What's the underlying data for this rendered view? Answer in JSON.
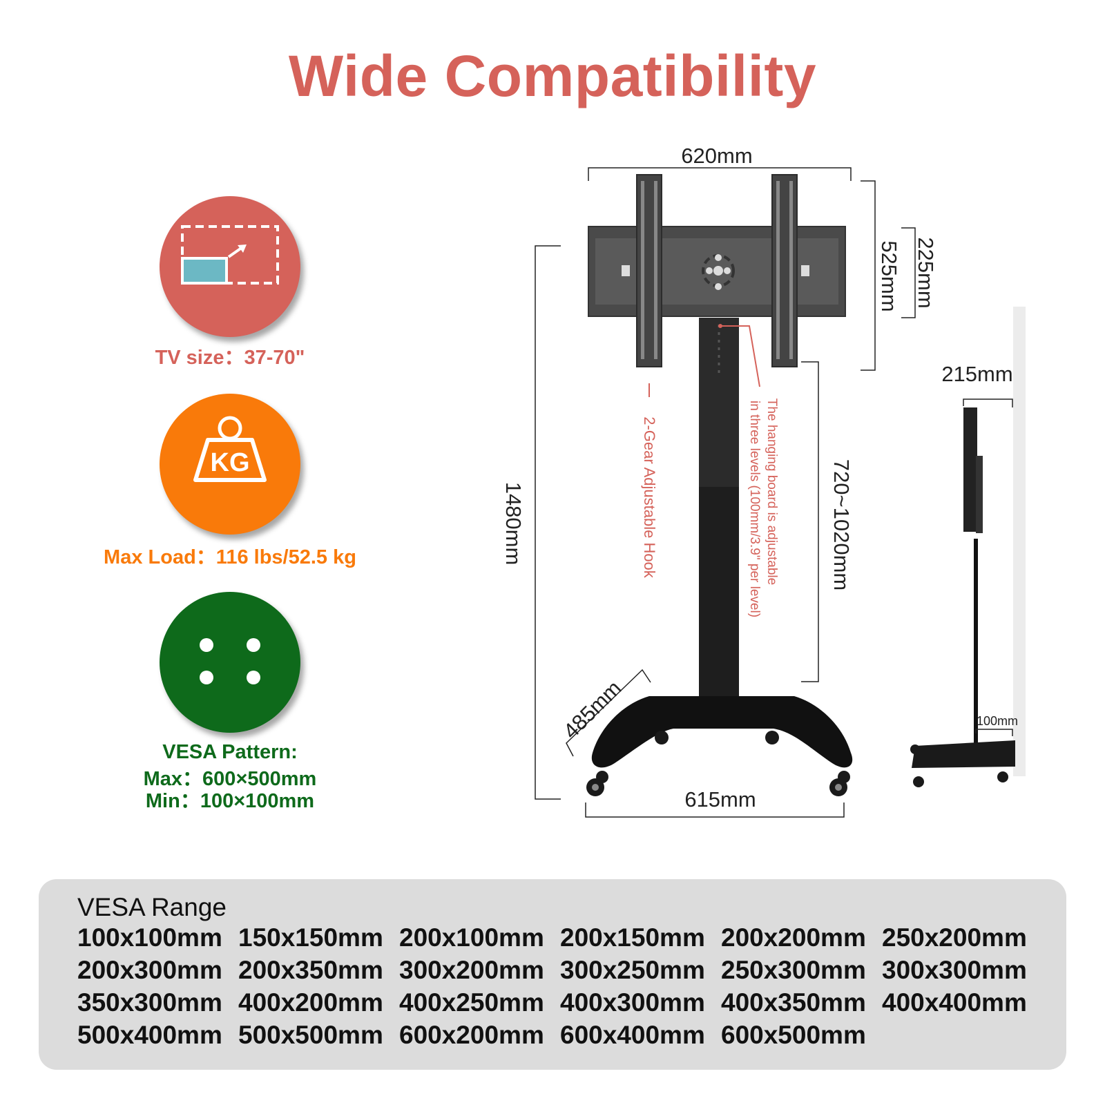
{
  "title": "Wide Compatibility",
  "features": {
    "tv_size": {
      "icon": "screen-resize-icon",
      "label": "TV size：37-70\"",
      "color": "#d5625a"
    },
    "max_load": {
      "icon": "kg-weight-icon",
      "icon_text": "KG",
      "label": "Max Load：116 lbs/52.5 kg",
      "color": "#f97a0a"
    },
    "vesa": {
      "icon": "vesa-holes-icon",
      "label_line1": "VESA Pattern:",
      "label_line2": "Max：600×500mm",
      "label_line3": "Min：100×100mm",
      "color": "#0e6a1b"
    }
  },
  "diagram": {
    "width_top": "620mm",
    "height_total": "1480mm",
    "height_adjust": "720~1020mm",
    "plate_height": "525mm",
    "plate_adjust": "225mm",
    "base_depth": "485mm",
    "base_width": "615mm",
    "side_depth": "215mm",
    "side_offset": "100mm",
    "note_hook": "2-Gear Adjustable Hook",
    "note_board_line1": "The hanging board is adjustable",
    "note_board_line2": "in three levels (100mm/3.9\" per level)",
    "note_color": "#d5625a"
  },
  "vesa_range": {
    "title": "VESA Range",
    "rows": [
      [
        "100x100mm",
        "150x150mm",
        "200x100mm",
        "200x150mm",
        "200x200mm",
        "250x200mm"
      ],
      [
        "200x300mm",
        "200x350mm",
        "300x200mm",
        "300x250mm",
        "250x300mm",
        "300x300mm"
      ],
      [
        "350x300mm",
        "400x200mm",
        "400x250mm",
        "400x300mm",
        "400x350mm",
        "400x400mm"
      ],
      [
        "500x400mm",
        "500x500mm",
        "600x200mm",
        "600x400mm",
        "600x500mm"
      ]
    ]
  }
}
